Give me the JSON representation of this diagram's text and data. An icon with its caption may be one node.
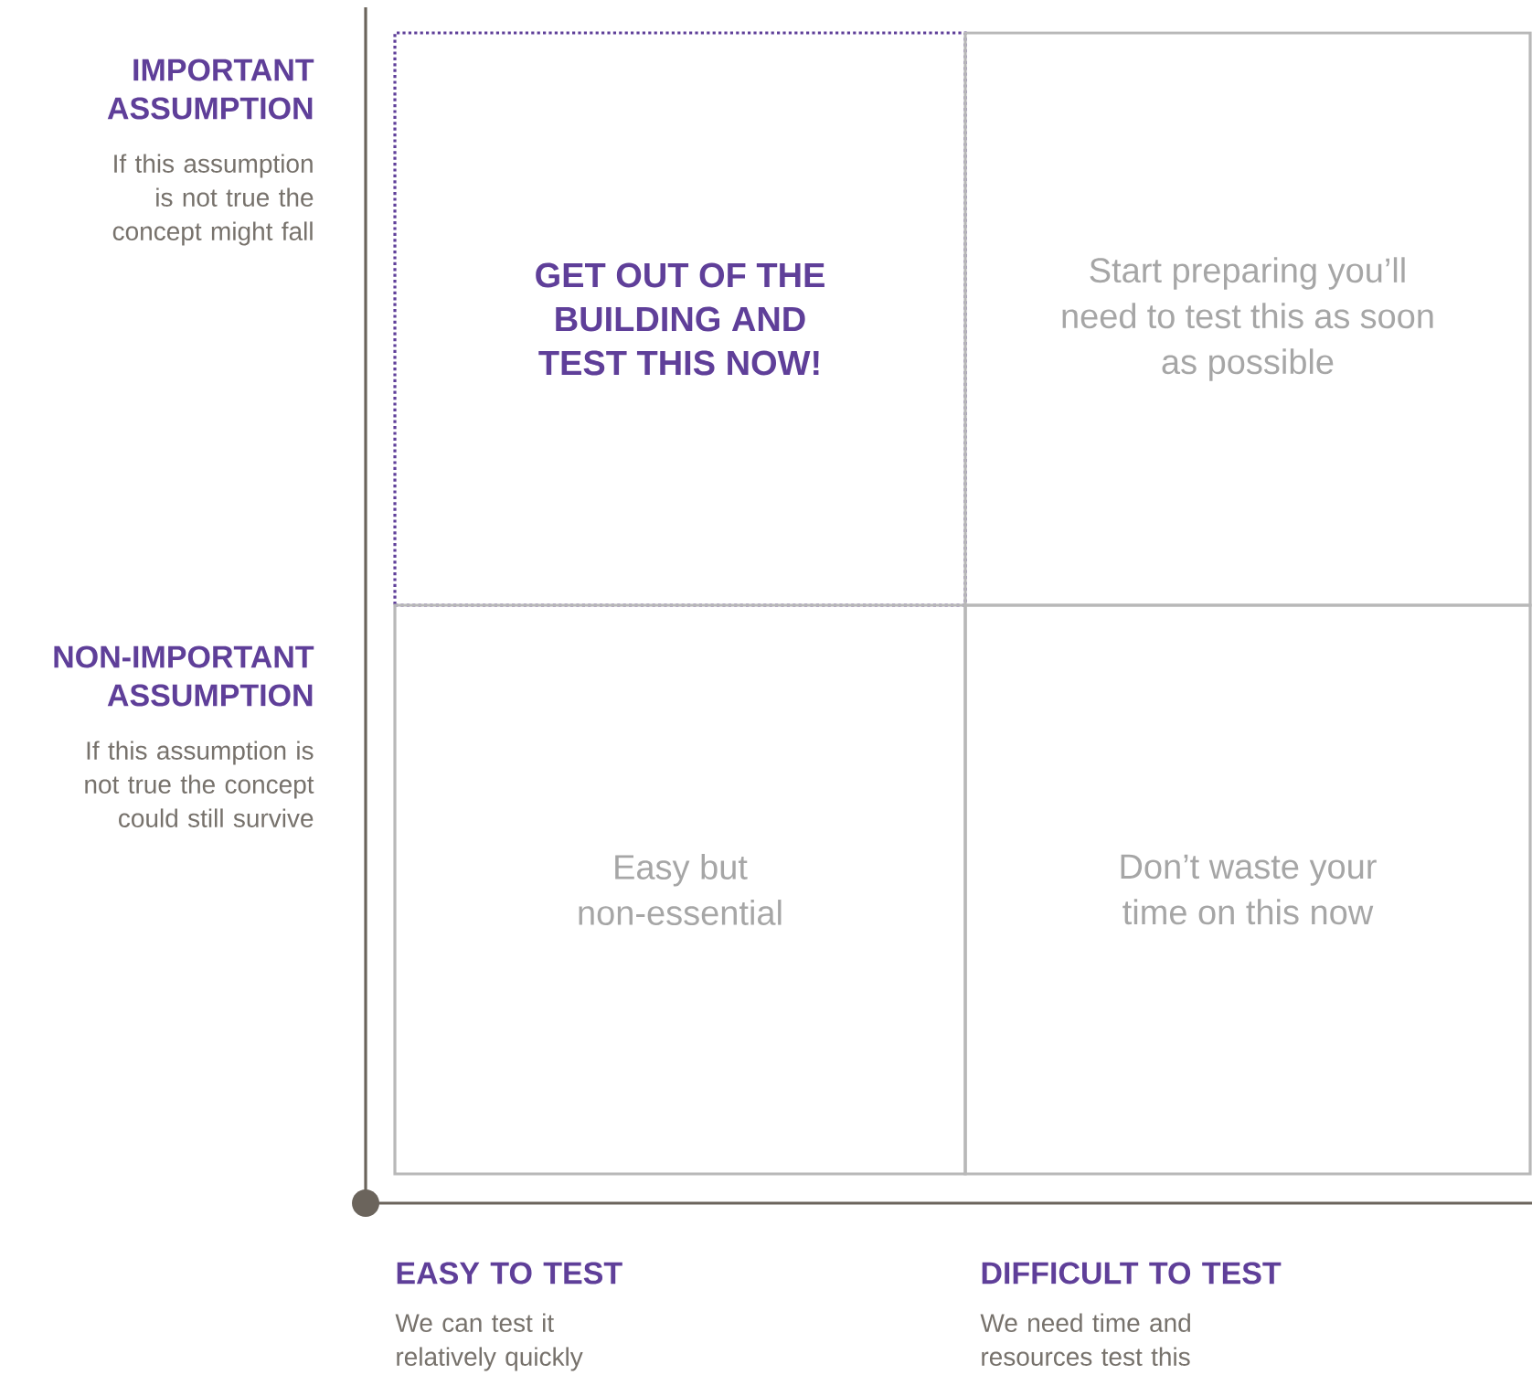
{
  "diagram": {
    "nodes": [
      {
        "text": [
          "GET OUT OF THE BUILDING AND TEST THIS NOW!"
        ]
      },
      {
        "text": [
          "Start preparing you’ll need to test this as soon as possible"
        ]
      },
      {
        "text": [
          "Easy but non-essential"
        ]
      },
      {
        "text": [
          "Don’t waste your time on this now"
        ]
      }
    ],
    "edges": [],
    "labels": [
      "IMPORTANT ASSUMPTION",
      "If this assumption is not true the concept might fall",
      "NON-IMPORTANT ASSUMPTION",
      "If this assumption is not true the concept could still survive",
      "EASY TO TEST",
      "We can test it relatively quickly",
      "DIFFICULT TO TEST",
      "We need time and resources test this"
    ]
  }
}
